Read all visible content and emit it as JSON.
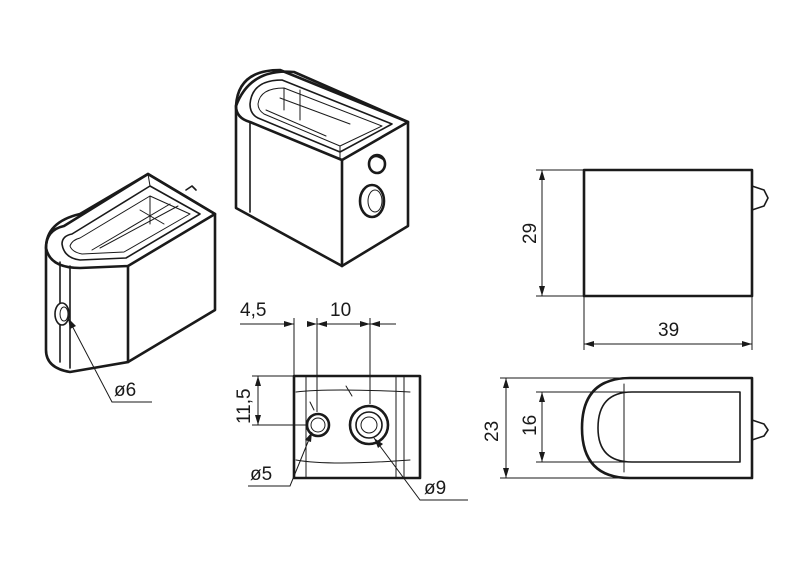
{
  "dimensions": {
    "front_width_left": "4,5",
    "front_width_hole": "10",
    "front_height": "11,5",
    "small_hole_diameter": "ø5",
    "large_hole_diameter": "ø9",
    "iso_hole_diameter": "ø6",
    "side_height": "29",
    "side_length": "39",
    "top_outer_width": "23",
    "top_inner_width": "16"
  }
}
